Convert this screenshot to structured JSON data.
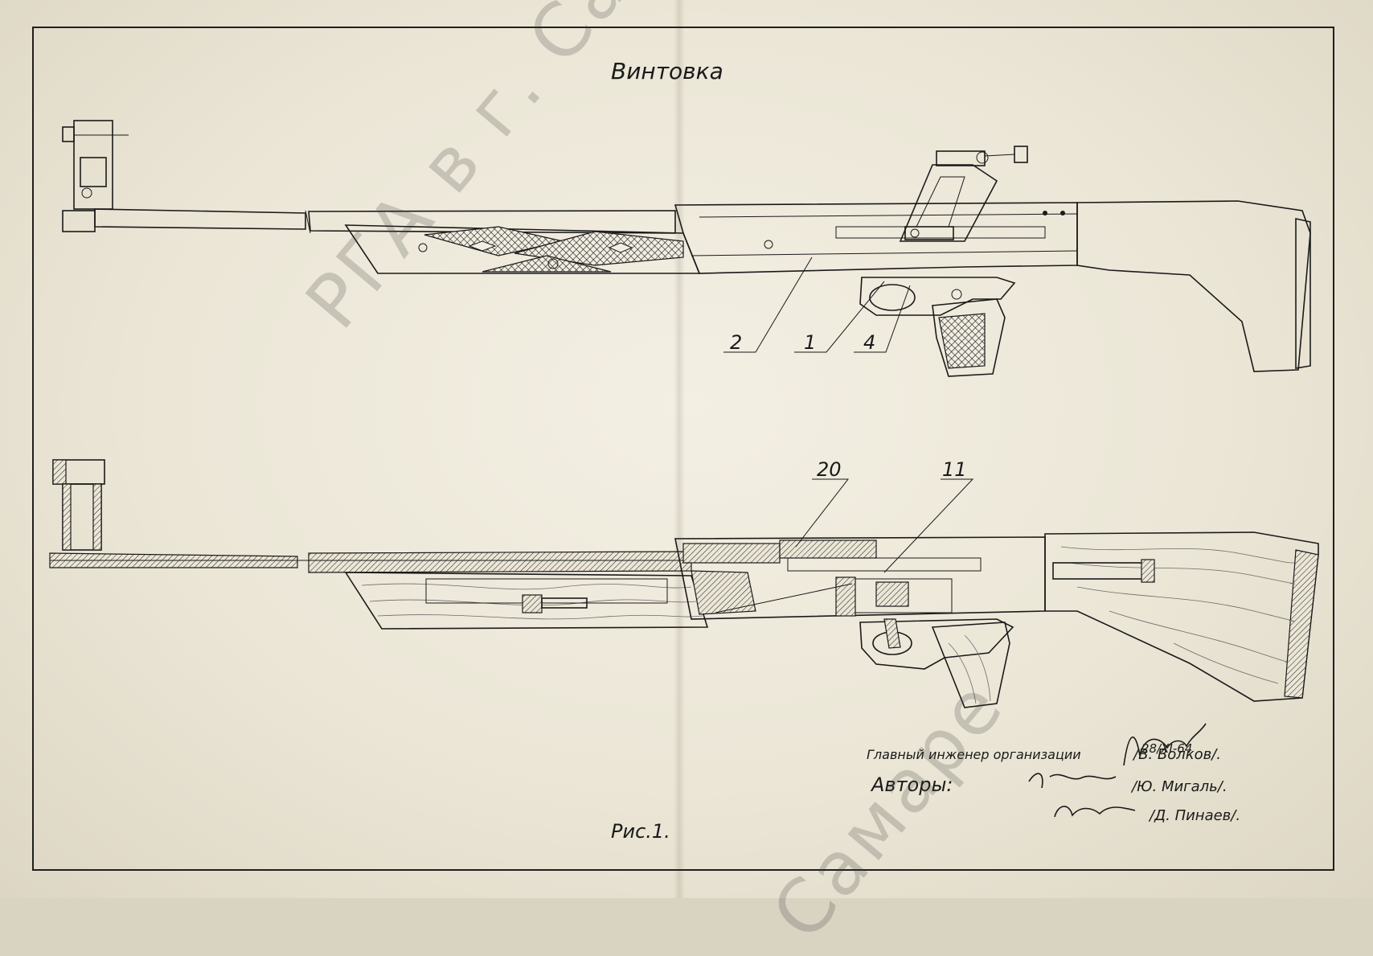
{
  "drawing": {
    "title": "Винтовка",
    "caption": "Рис.1.",
    "callouts_upper": [
      "2",
      "1",
      "4"
    ],
    "callouts_lower": [
      "20",
      "11"
    ]
  },
  "signatures": {
    "chief_role": "Главный инженер организации",
    "chief_name": "/В. Волков/.",
    "chief_date": "28/XI-64",
    "authors_label": "Авторы:",
    "author1_name": "/Ю. Мигаль/.",
    "author2_name": "/Д. Пинаев/."
  },
  "watermark": {
    "line1": "РГА в г. Самаре",
    "line2": "Самаре"
  },
  "colors": {
    "paper": "#efeadb",
    "ink": "#1a1a1a"
  }
}
